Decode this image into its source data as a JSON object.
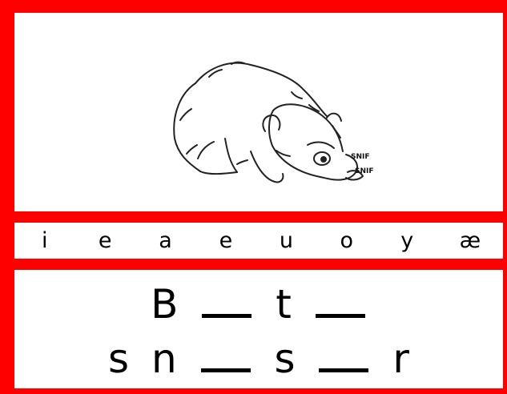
{
  "illustration": {
    "sound_1": "SNIF",
    "sound_2": "SNIF"
  },
  "letter_bank": [
    "i",
    "e",
    "a",
    "e",
    "u",
    "o",
    "y",
    "æ"
  ],
  "word_lines": {
    "line1": {
      "part1": "B",
      "part2": "t"
    },
    "line2": {
      "part1": "s",
      "part2": "n",
      "part3": "s",
      "part4": "r"
    }
  }
}
